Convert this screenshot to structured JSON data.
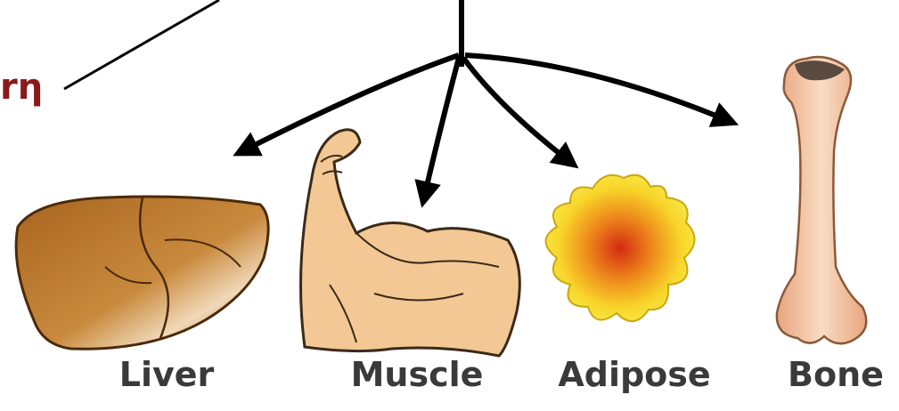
{
  "fragment_label": "rη",
  "organs": [
    {
      "label": "Liver",
      "icon": "liver-icon"
    },
    {
      "label": "Muscle",
      "icon": "flexed-arm-icon"
    },
    {
      "label": "Adipose",
      "icon": "adipose-cell-icon"
    },
    {
      "label": "Bone",
      "icon": "bone-icon"
    }
  ],
  "colors": {
    "fragment_text": "#8b1a1a",
    "arrows": "#000000",
    "organ_label": "#3a3a3a",
    "liver": "#b8742a",
    "muscle": "#f3c894",
    "adipose_outer": "#f7e94a",
    "adipose_inner": "#d8361a",
    "bone": "#f2c2a0"
  }
}
